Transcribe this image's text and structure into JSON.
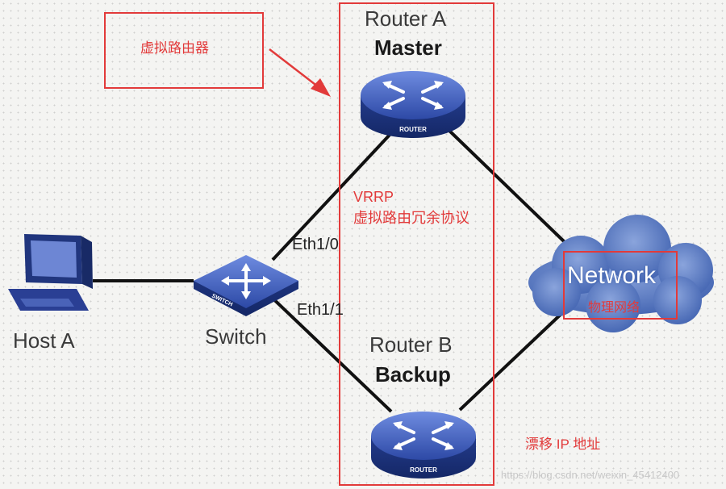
{
  "devices": {
    "router_a": {
      "name": "Router A",
      "role": "Master",
      "badge": "ROUTER"
    },
    "router_b": {
      "name": "Router B",
      "role": "Backup",
      "badge": "ROUTER"
    },
    "switch": {
      "name": "Switch",
      "badge": "SWITCH"
    },
    "host": {
      "name": "Host A"
    },
    "network": {
      "name": "Network"
    }
  },
  "ports": {
    "upper": "Eth1/0",
    "lower": "Eth1/1"
  },
  "annotations": {
    "virtual_router": "虚拟路由器",
    "vrrp_title": "VRRP",
    "vrrp_desc": "虚拟路由冗余协议",
    "physical_network": "物理网络",
    "floating_ip": "漂移 IP 地址"
  },
  "watermark": "https://blog.csdn.net/weixin_45412400",
  "colors": {
    "annotation_red": "#e23a3a",
    "device_blue": "#2f4fae",
    "cloud_blue": "#5a7cc0",
    "link_black": "#111111"
  }
}
